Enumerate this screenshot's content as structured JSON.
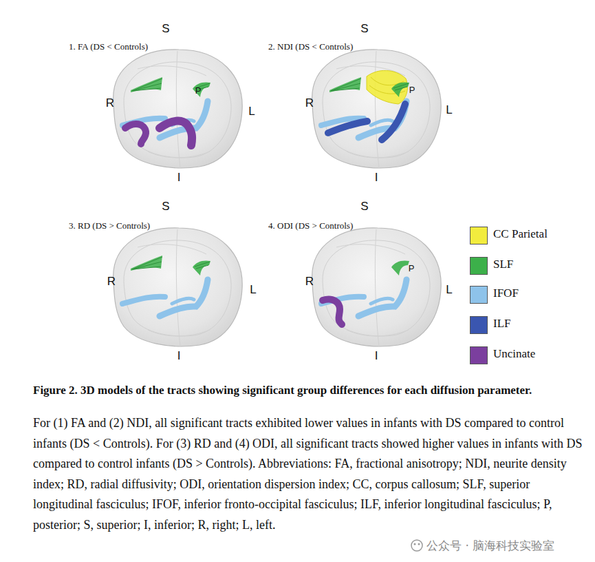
{
  "diagram": {
    "title": "Figure 2. 3D models of the tracts showing significant group differences for each diffusion parameter.",
    "caption": "For (1) FA and (2) NDI, all significant tracts exhibited lower values in infants with DS compared to control infants (DS < Controls). For (3) RD and (4) ODI, all significant tracts showed higher values in infants with DS compared to control infants (DS > Controls). Abbreviations: FA, fractional anisotropy; NDI, neurite density index; RD, radial diffusivity; ODI, orientation dispersion index; CC, corpus callosum; SLF, superior longitudinal fasciculus; IFOF, inferior fronto-occipital fasciculus; ILF, inferior longitudinal fasciculus; P, posterior; S, superior; I, inferior; R, right; L, left.",
    "labels": [
      "S",
      "1. FA (DS < Controls)",
      "R",
      "P",
      "L",
      "I",
      "S",
      "2. NDI (DS < Controls)",
      "R",
      "P",
      "L",
      "I",
      "S",
      "3. RD (DS > Controls)",
      "R",
      "L",
      "I",
      "S",
      "4. ODI (DS > Controls)",
      "R",
      "P",
      "L",
      "I",
      "公众号 · 脑海科技实验室"
    ],
    "legend": [
      {
        "text": "CC Parietal",
        "color": "#f2ec3e"
      },
      {
        "text": "SLF",
        "color": "#3cb04a"
      },
      {
        "text": "IFOF",
        "color": "#8ec3ea"
      },
      {
        "text": "ILF",
        "color": "#3a56b0"
      },
      {
        "text": "Uncinate",
        "color": "#7b3f9e"
      }
    ]
  }
}
